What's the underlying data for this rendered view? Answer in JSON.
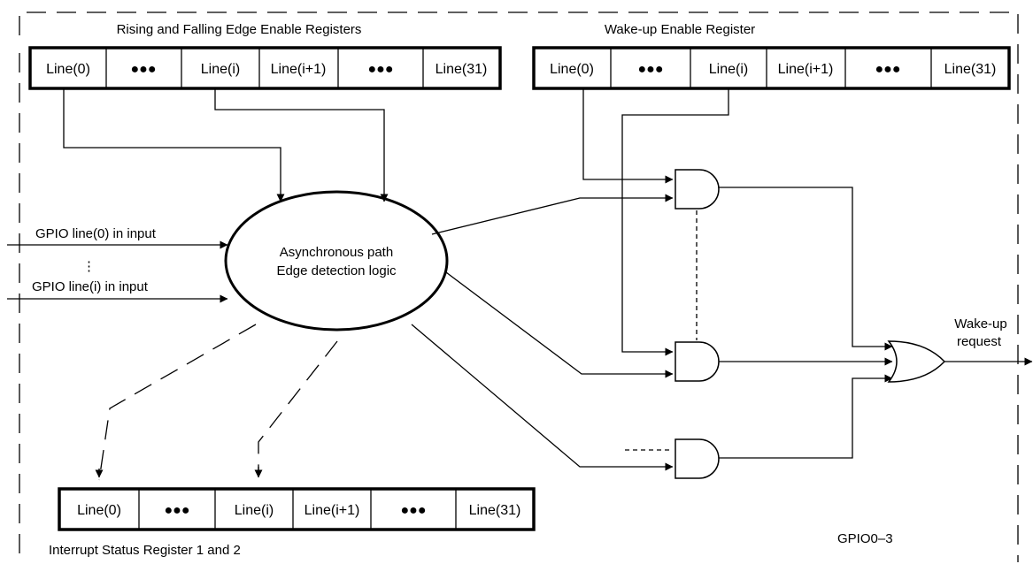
{
  "labels": {
    "edge_registers": "Rising and Falling Edge Enable Registers",
    "wakeup_register": "Wake-up Enable Register",
    "interrupt_register": "Interrupt Status Register 1 and 2",
    "logic_line1": "Asynchronous path",
    "logic_line2": "Edge detection logic",
    "gpio_input_0": "GPIO line(0) in input",
    "gpio_input_i": "GPIO line(i) in input",
    "vertical_ellipsis": "⋮",
    "wakeup_request_line1": "Wake-up",
    "wakeup_request_line2": "request",
    "figure_id": "GPIO0–3"
  },
  "edge_register_cells": [
    "Line(0)",
    "●●●",
    "Line(i)",
    "Line(i+1)",
    "●●●",
    "Line(31)"
  ],
  "wakeup_register_cells": [
    "Line(0)",
    "●●●",
    "Line(i)",
    "Line(i+1)",
    "●●●",
    "Line(31)"
  ],
  "interrupt_register_cells": [
    "Line(0)",
    "●●●",
    "Line(i)",
    "Line(i+1)",
    "●●●",
    "Line(31)"
  ]
}
